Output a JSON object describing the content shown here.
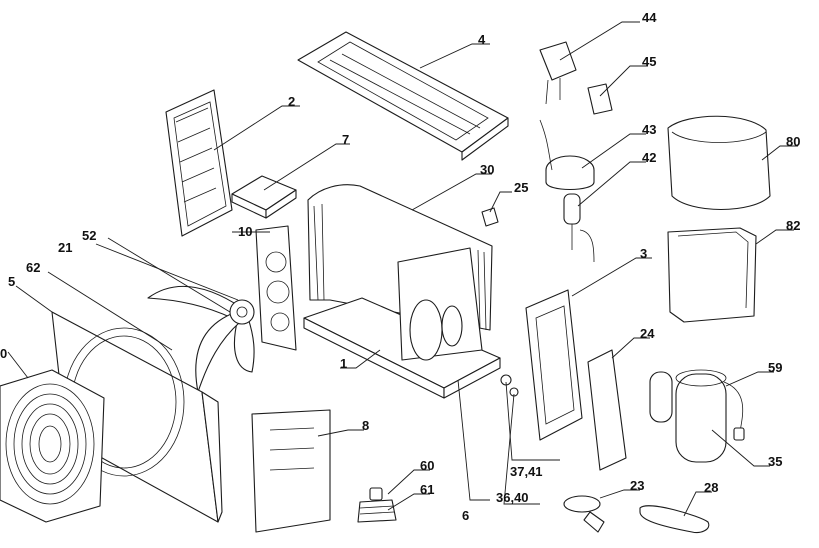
{
  "diagram": {
    "labels": {
      "l0": "0",
      "l1": "1",
      "l2": "2",
      "l3": "3",
      "l4": "4",
      "l5": "5",
      "l6": "6",
      "l7": "7",
      "l8": "8",
      "l10": "10",
      "l21": "21",
      "l23": "23",
      "l24": "24",
      "l25": "25",
      "l28": "28",
      "l30": "30",
      "l35": "35",
      "l36_40": "36,40",
      "l37_41": "37,41",
      "l42": "42",
      "l43": "43",
      "l44": "44",
      "l45": "45",
      "l52": "52",
      "l59": "59",
      "l60": "60",
      "l61": "61",
      "l62": "62",
      "l80": "80",
      "l82": "82"
    }
  },
  "colors": {
    "line": "#1c1c1c",
    "background": "#ffffff"
  }
}
